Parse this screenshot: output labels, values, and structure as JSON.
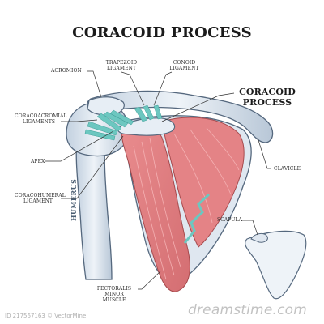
{
  "title": "CORACOID PROCESS",
  "callout": {
    "line1": "CORACOID",
    "line2": "PROCESS"
  },
  "labels": {
    "acromion": "ACROMION",
    "trapezoid_line1": "TRAPEZOID",
    "trapezoid_line2": "LIGAMENT",
    "conoid_line1": "CONOID",
    "conoid_line2": "LIGAMENT",
    "coracoacromial_line1": "CORACOACROMIAL",
    "coracoacromial_line2": "LIGAMENTS",
    "apex": "APEX",
    "coracohumeral_line1": "CORACOHUMERAL",
    "coracohumeral_line2": "LIGAMENT",
    "clavicle": "CLAVICLE",
    "scapula": "SCAPULA",
    "pectoralis_line1": "PECTORALIS MINOR",
    "pectoralis_line2": "MUSCLE",
    "humerus": "HUMERUS"
  },
  "watermark": "dreamstime.com",
  "stock_id": "ID 217567163 © VectorMine",
  "colors": {
    "bone_fill": "#dde6f0",
    "bone_stroke": "#55687e",
    "ligament": "#6cc7c0",
    "muscle": "#e08285",
    "muscle_light": "#f0a8aa",
    "muscle_stroke": "#a64a4d",
    "leader_line": "#333333"
  }
}
